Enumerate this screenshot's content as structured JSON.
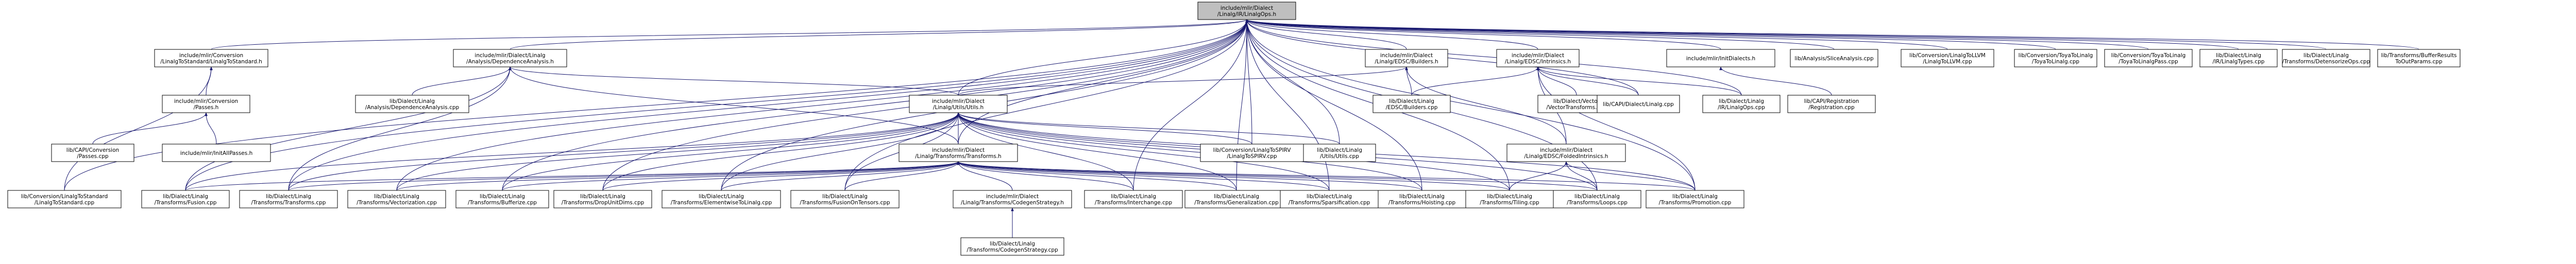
{
  "root": [
    "include/mlir/Dialect",
    "/Linalg/IR/LinalgOps.h"
  ],
  "nodes": {
    "cs": [
      "include/mlir/Conversion",
      "/LinalgToStandard/LinalgToStandard.h"
    ],
    "da": [
      "include/mlir/Dialect/Linalg",
      "/Analysis/DependenceAnalysis.h"
    ],
    "eb": [
      "include/mlir/Dialect",
      "/Linalg/EDSC/Builders.h"
    ],
    "ei": [
      "include/mlir/Dialect",
      "/Linalg/EDSC/Intrinsics.h"
    ],
    "id": [
      "include/mlir/InitDialects.h"
    ],
    "sa": [
      "lib/Analysis/SliceAnalysis.cpp"
    ],
    "llvm": [
      "lib/Conversion/LinalgToLLVM",
      "/LinalgToLLVM.cpp"
    ],
    "ll": [
      "lib/Conversion/ToyaToLinalg",
      "/ToyaToLinalg.cpp"
    ],
    "lp": [
      "lib/Conversion/ToyaToLinalg",
      "/ToyaToLinalgPass.cpp"
    ],
    "ty": [
      "lib/Dialect/Linalg",
      "/IR/LinalgTypes.cpp"
    ],
    "dt": [
      "lib/Dialect/Linalg",
      "/Transforms/DetensorizeOps.cpp"
    ],
    "bo": [
      "lib/Transforms/BufferResults",
      "ToOutParams.cpp"
    ],
    "pa": [
      "include/mlir/Conversion",
      "/Passes.h"
    ],
    "cpp_da": [
      "lib/Dialect/Linalg",
      "/Analysis/DependenceAnalysis.cpp"
    ],
    "ut": [
      "include/mlir/Dialect",
      "/Linalg/Utils/Utils.h"
    ],
    "cpp_eb": [
      "lib/Dialect/Linalg",
      "/EDSC/Builders.cpp"
    ],
    "vt": [
      "lib/Dialect/Vector",
      "/VectorTransforms.cpp"
    ],
    "cd": [
      "lib/CAPI/Dialect/Linalg.cpp"
    ],
    "io": [
      "lib/Dialect/Linalg",
      "/IR/LinalgOps.cpp"
    ],
    "cr": [
      "lib/CAPI/Registration",
      "/Registration.cpp"
    ],
    "cp": [
      "lib/CAPI/Conversion",
      "/Passes.cpp"
    ],
    "ap": [
      "include/mlir/InitAllPasses.h"
    ],
    "tt": [
      "include/mlir/Dialect",
      "/Linalg/Transforms/Transforms.h"
    ],
    "sv": [
      "lib/Conversion/LinalgToSPIRV",
      "/LinalgToSPIRV.cpp"
    ],
    "uc": [
      "lib/Dialect/Linalg",
      "/Utils/Utils.cpp"
    ],
    "fi": [
      "include/mlir/Dialect",
      "/Linalg/EDSC/FoldedIntrinsics.h"
    ],
    "cs_cpp": [
      "lib/Conversion/LinalgToStandard",
      "/LinalgToStandard.cpp"
    ],
    "fu": [
      "lib/Dialect/Linalg",
      "/Transforms/Fusion.cpp"
    ],
    "tr": [
      "lib/Dialect/Linalg",
      "/Transforms/Transforms.cpp"
    ],
    "ve": [
      "lib/Dialect/Linalg",
      "/Transforms/Vectorization.cpp"
    ],
    "bu": [
      "lib/Dialect/Linalg",
      "/Transforms/Bufferize.cpp"
    ],
    "du": [
      "lib/Dialect/Linalg",
      "/Transforms/DropUnitDims.cpp"
    ],
    "ew": [
      "lib/Dialect/Linalg",
      "/Transforms/ElementwiseToLinalg.cpp"
    ],
    "ft": [
      "lib/Dialect/Linalg",
      "/Transforms/FusionOnTensors.cpp"
    ],
    "cs_h": [
      "include/mlir/Dialect",
      "/Linalg/Transforms/CodegenStrategy.h"
    ],
    "ic": [
      "lib/Dialect/Linalg",
      "/Transforms/Interchange.cpp"
    ],
    "ge": [
      "lib/Dialect/Linalg",
      "/Transforms/Generalization.cpp"
    ],
    "sp": [
      "lib/Dialect/Linalg",
      "/Transforms/Sparsification.cpp"
    ],
    "ho": [
      "lib/Dialect/Linalg",
      "/Transforms/Hoisting.cpp"
    ],
    "ti": [
      "lib/Dialect/Linalg",
      "/Transforms/Tiling.cpp"
    ],
    "lo": [
      "lib/Dialect/Linalg",
      "/Transforms/Loops.cpp"
    ],
    "pr": [
      "lib/Dialect/Linalg",
      "/Transforms/Promotion.cpp"
    ],
    "cg": [
      "lib/Dialect/Linalg",
      "/Transforms/CodegenStrategy.cpp"
    ]
  },
  "edges": [
    [
      "cs",
      "root"
    ],
    [
      "da",
      "root"
    ],
    [
      "eb",
      "root"
    ],
    [
      "ei",
      "root"
    ],
    [
      "id",
      "root"
    ],
    [
      "sa",
      "root"
    ],
    [
      "llvm",
      "root"
    ],
    [
      "ll",
      "root"
    ],
    [
      "lp",
      "root"
    ],
    [
      "ty",
      "root"
    ],
    [
      "dt",
      "root"
    ],
    [
      "bo",
      "root"
    ],
    [
      "ut",
      "root"
    ],
    [
      "tt",
      "root"
    ],
    [
      "io",
      "root"
    ],
    [
      "cd",
      "root"
    ],
    [
      "cs_cpp",
      "root"
    ],
    [
      "fu",
      "root"
    ],
    [
      "tr",
      "root"
    ],
    [
      "ve",
      "root"
    ],
    [
      "bu",
      "root"
    ],
    [
      "du",
      "root"
    ],
    [
      "ew",
      "root"
    ],
    [
      "ft",
      "root"
    ],
    [
      "sv",
      "root"
    ],
    [
      "uc",
      "root"
    ],
    [
      "ic",
      "root"
    ],
    [
      "ge",
      "root"
    ],
    [
      "sp",
      "root"
    ],
    [
      "ho",
      "root"
    ],
    [
      "ti",
      "root"
    ],
    [
      "lo",
      "root"
    ],
    [
      "pr",
      "root"
    ],
    [
      "pa",
      "cs"
    ],
    [
      "cs_cpp",
      "cs"
    ],
    [
      "cp",
      "pa"
    ],
    [
      "ap",
      "pa"
    ],
    [
      "cpp_da",
      "da"
    ],
    [
      "ut",
      "da"
    ],
    [
      "fu",
      "da"
    ],
    [
      "tr",
      "da"
    ],
    [
      "tt",
      "da"
    ],
    [
      "ut",
      "eb"
    ],
    [
      "cpp_eb",
      "eb"
    ],
    [
      "fi",
      "eb"
    ],
    [
      "cpp_eb",
      "ei"
    ],
    [
      "vt",
      "ei"
    ],
    [
      "cd",
      "ei"
    ],
    [
      "io",
      "ei"
    ],
    [
      "fi",
      "ei"
    ],
    [
      "pr",
      "ei"
    ],
    [
      "cr",
      "id"
    ],
    [
      "tt",
      "ut"
    ],
    [
      "sv",
      "ut"
    ],
    [
      "uc",
      "ut"
    ],
    [
      "fu",
      "ut"
    ],
    [
      "tr",
      "ut"
    ],
    [
      "ve",
      "ut"
    ],
    [
      "bu",
      "ut"
    ],
    [
      "du",
      "ut"
    ],
    [
      "ew",
      "ut"
    ],
    [
      "ft",
      "ut"
    ],
    [
      "ic",
      "ut"
    ],
    [
      "ge",
      "ut"
    ],
    [
      "sp",
      "ut"
    ],
    [
      "ho",
      "ut"
    ],
    [
      "ti",
      "ut"
    ],
    [
      "lo",
      "ut"
    ],
    [
      "pr",
      "ut"
    ],
    [
      "fu",
      "tt"
    ],
    [
      "tr",
      "tt"
    ],
    [
      "ve",
      "tt"
    ],
    [
      "bu",
      "tt"
    ],
    [
      "du",
      "tt"
    ],
    [
      "ew",
      "tt"
    ],
    [
      "ft",
      "tt"
    ],
    [
      "cs_h",
      "tt"
    ],
    [
      "ic",
      "tt"
    ],
    [
      "ge",
      "tt"
    ],
    [
      "sp",
      "tt"
    ],
    [
      "ho",
      "tt"
    ],
    [
      "ti",
      "tt"
    ],
    [
      "lo",
      "tt"
    ],
    [
      "pr",
      "tt"
    ],
    [
      "cg",
      "cs_h"
    ],
    [
      "ti",
      "fi"
    ],
    [
      "lo",
      "fi"
    ],
    [
      "pr",
      "fi"
    ]
  ]
}
